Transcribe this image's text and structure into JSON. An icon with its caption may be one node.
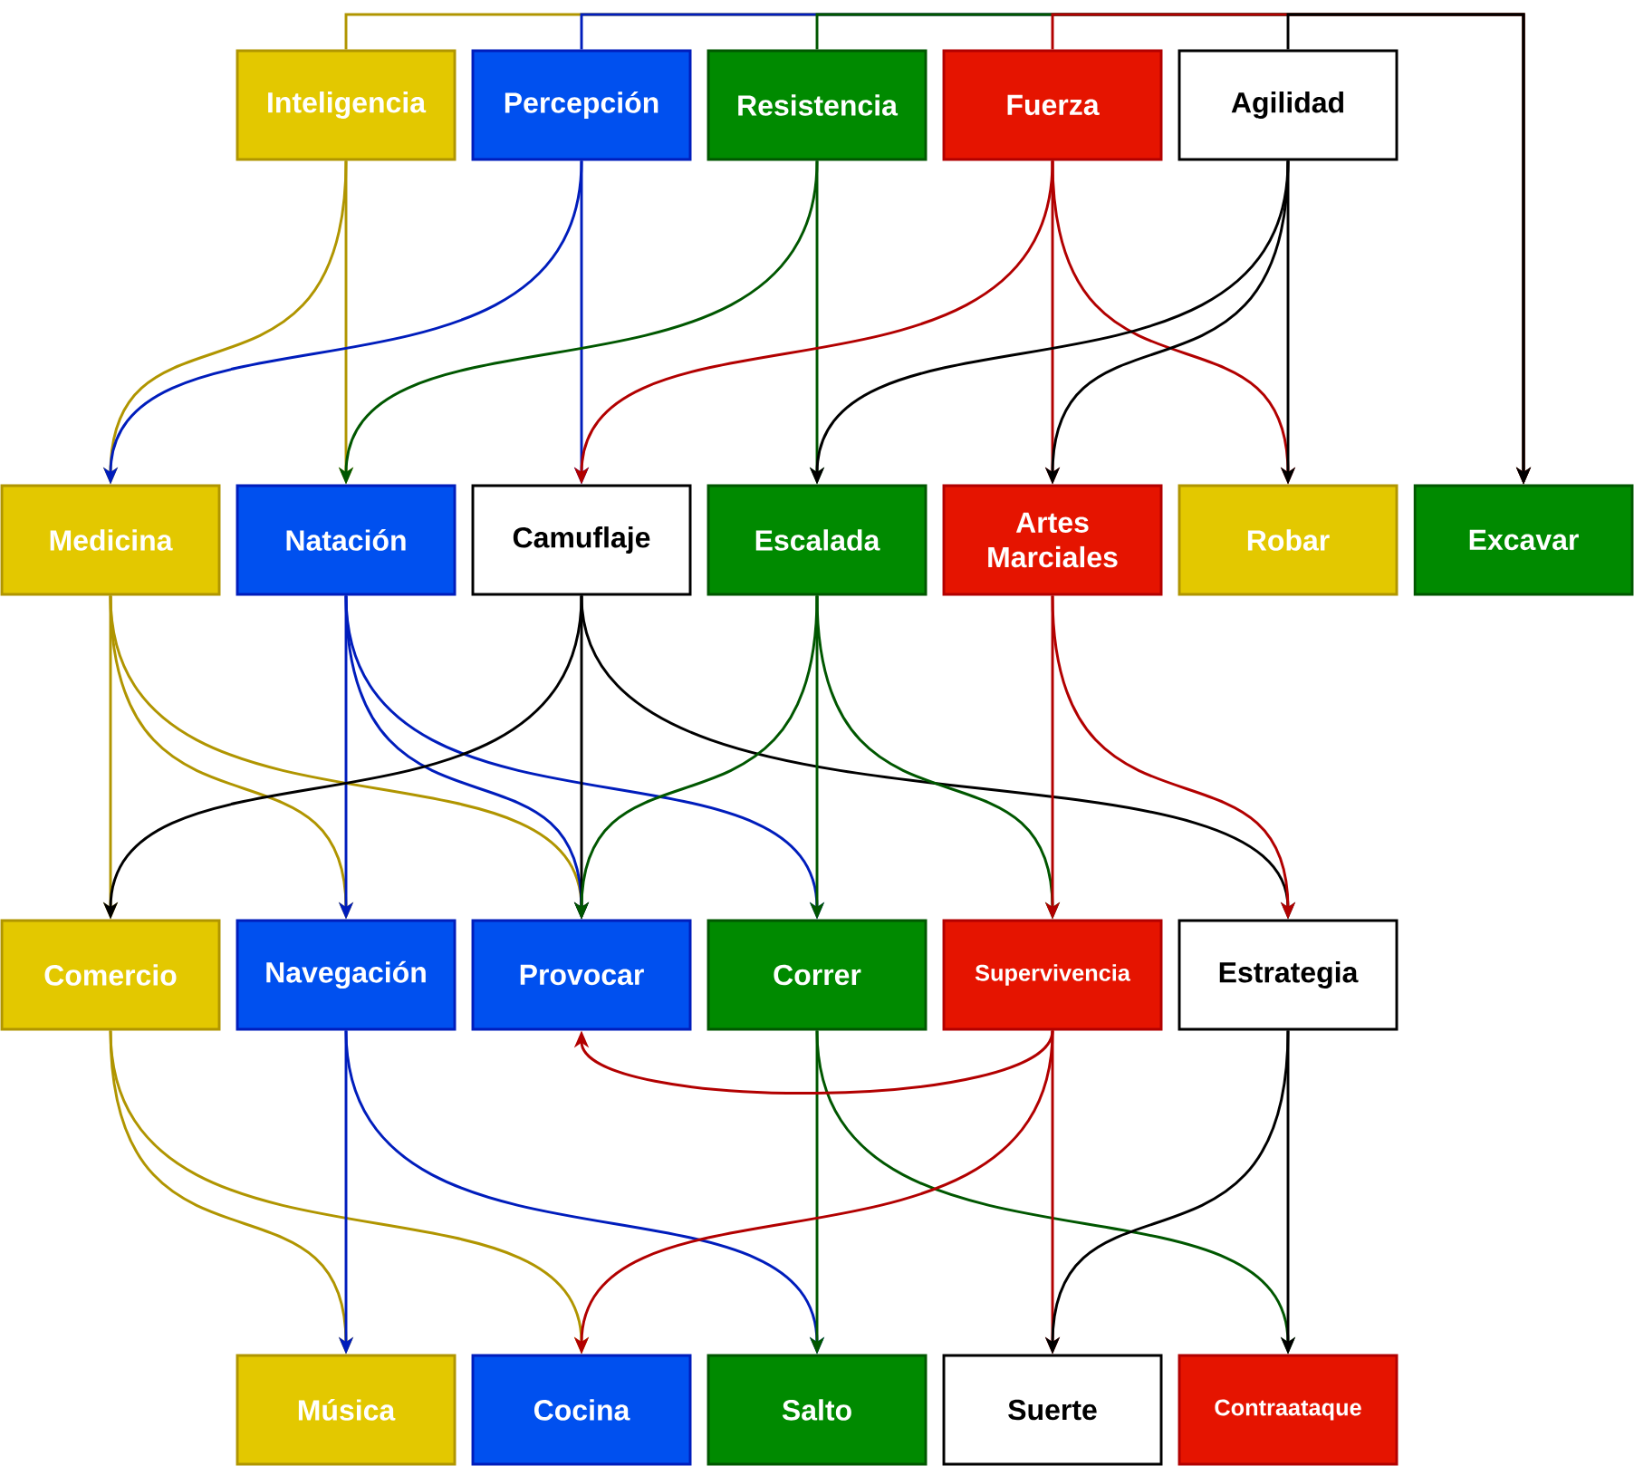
{
  "diagram": {
    "nodes": [
      {
        "text": [
          "Inteligencia"
        ]
      },
      {
        "text": [
          "Percepción"
        ]
      },
      {
        "text": [
          "Resistencia"
        ]
      },
      {
        "text": [
          "Fuerza"
        ]
      },
      {
        "text": [
          "Agilidad"
        ]
      },
      {
        "text": [
          "Medicina"
        ]
      },
      {
        "text": [
          "Natación"
        ]
      },
      {
        "text": [
          "Camuflaje"
        ]
      },
      {
        "text": [
          "Escalada"
        ]
      },
      {
        "text": [
          "Artes Marciales"
        ]
      },
      {
        "text": [
          "Robar"
        ]
      },
      {
        "text": [
          "Excavar"
        ]
      },
      {
        "text": [
          "Comercio"
        ]
      },
      {
        "text": [
          "Navegación"
        ]
      },
      {
        "text": [
          "Provocar"
        ]
      },
      {
        "text": [
          "Correr"
        ]
      },
      {
        "text": [
          "Supervivencia"
        ]
      },
      {
        "text": [
          "Estrategia"
        ]
      },
      {
        "text": [
          "Música"
        ]
      },
      {
        "text": [
          "Cocina"
        ]
      },
      {
        "text": [
          "Salto"
        ]
      },
      {
        "text": [
          "Suerte"
        ]
      },
      {
        "text": [
          "Contraataque"
        ]
      }
    ],
    "edges": [
      {
        "from": 0,
        "to": 11,
        "arrow": "to",
        "color": "#b09500"
      },
      {
        "from": 1,
        "to": 11,
        "arrow": "to",
        "color": "#001dbc"
      },
      {
        "from": 2,
        "to": 11,
        "arrow": "to",
        "color": "#005700"
      },
      {
        "from": 3,
        "to": 11,
        "arrow": "to",
        "color": "#b20000"
      },
      {
        "from": 4,
        "to": 11,
        "arrow": "to",
        "color": "#000000"
      },
      {
        "from": 0,
        "to": 5,
        "arrow": "to",
        "color": "#b09500"
      },
      {
        "from": 0,
        "to": 6,
        "arrow": "to",
        "color": "#b09500"
      },
      {
        "from": 1,
        "to": 5,
        "arrow": "to",
        "color": "#001dbc"
      },
      {
        "from": 1,
        "to": 7,
        "arrow": "to",
        "color": "#001dbc"
      },
      {
        "from": 2,
        "to": 6,
        "arrow": "to",
        "color": "#005700"
      },
      {
        "from": 2,
        "to": 8,
        "arrow": "to",
        "color": "#005700"
      },
      {
        "from": 3,
        "to": 7,
        "arrow": "to",
        "color": "#b20000"
      },
      {
        "from": 3,
        "to": 9,
        "arrow": "to",
        "color": "#b20000"
      },
      {
        "from": 3,
        "to": 10,
        "arrow": "to",
        "color": "#b20000"
      },
      {
        "from": 4,
        "to": 8,
        "arrow": "to",
        "color": "#000000"
      },
      {
        "from": 4,
        "to": 9,
        "arrow": "to",
        "color": "#000000"
      },
      {
        "from": 4,
        "to": 10,
        "arrow": "to",
        "color": "#000000"
      },
      {
        "from": 5,
        "to": 12,
        "arrow": "to",
        "color": "#b09500"
      },
      {
        "from": 5,
        "to": 13,
        "arrow": "to",
        "color": "#b09500"
      },
      {
        "from": 5,
        "to": 14,
        "arrow": "to",
        "color": "#b09500"
      },
      {
        "from": 6,
        "to": 13,
        "arrow": "to",
        "color": "#001dbc"
      },
      {
        "from": 6,
        "to": 14,
        "arrow": "to",
        "color": "#001dbc"
      },
      {
        "from": 6,
        "to": 15,
        "arrow": "to",
        "color": "#001dbc"
      },
      {
        "from": 7,
        "to": 12,
        "arrow": "to",
        "color": "#000000"
      },
      {
        "from": 7,
        "to": 14,
        "arrow": "to",
        "color": "#000000"
      },
      {
        "from": 7,
        "to": 17,
        "arrow": "to",
        "color": "#000000"
      },
      {
        "from": 8,
        "to": 14,
        "arrow": "to",
        "color": "#005700"
      },
      {
        "from": 8,
        "to": 15,
        "arrow": "to",
        "color": "#005700"
      },
      {
        "from": 8,
        "to": 16,
        "arrow": "to",
        "color": "#005700"
      },
      {
        "from": 9,
        "to": 16,
        "arrow": "to",
        "color": "#b20000"
      },
      {
        "from": 9,
        "to": 17,
        "arrow": "to",
        "color": "#b20000"
      },
      {
        "from": 12,
        "to": 18,
        "arrow": "to",
        "color": "#b09500"
      },
      {
        "from": 12,
        "to": 19,
        "arrow": "to",
        "color": "#b09500"
      },
      {
        "from": 13,
        "to": 18,
        "arrow": "to",
        "color": "#001dbc"
      },
      {
        "from": 13,
        "to": 20,
        "arrow": "to",
        "color": "#001dbc"
      },
      {
        "from": 15,
        "to": 20,
        "arrow": "to",
        "color": "#005700"
      },
      {
        "from": 15,
        "to": 22,
        "arrow": "to",
        "color": "#005700"
      },
      {
        "from": 16,
        "to": 14,
        "arrow": "to",
        "color": "#b20000"
      },
      {
        "from": 16,
        "to": 19,
        "arrow": "to",
        "color": "#b20000"
      },
      {
        "from": 16,
        "to": 21,
        "arrow": "to",
        "color": "#b20000"
      },
      {
        "from": 17,
        "to": 21,
        "arrow": "to",
        "color": "#000000"
      },
      {
        "from": 17,
        "to": 22,
        "arrow": "to",
        "color": "#000000"
      }
    ]
  }
}
